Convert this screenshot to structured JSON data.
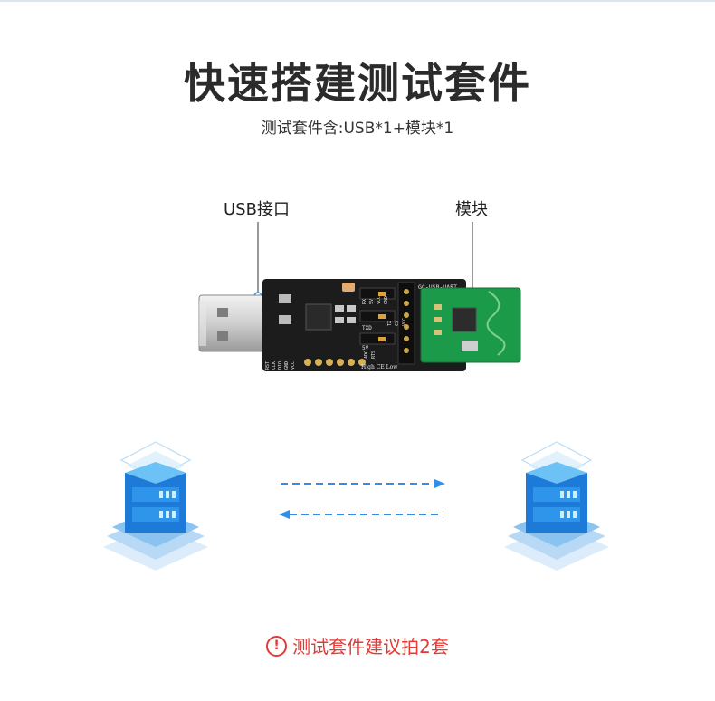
{
  "title": "快速搭建测试套件",
  "subtitle": "测试套件含:USB*1+模块*1",
  "callouts": {
    "usb": "USB接口",
    "module": "模块"
  },
  "board": {
    "name": "GC-USB-UART",
    "silk_left": [
      "RST",
      "CLK",
      "DIO",
      "GND",
      "VCC"
    ],
    "silk_top": [
      "RX",
      "5V",
      "VCC",
      "GND"
    ],
    "silk_mid": [
      "TX",
      "CS",
      "VCC"
    ],
    "silk_bottom": [
      "ADC",
      "RTS"
    ],
    "txd": "TXD",
    "v5": "5V",
    "hce_low": "High CE Low"
  },
  "note": {
    "icon": "!",
    "text": "测试套件建议拍2套"
  },
  "colors": {
    "accent": "#2f8fe8",
    "warning": "#e53935"
  }
}
